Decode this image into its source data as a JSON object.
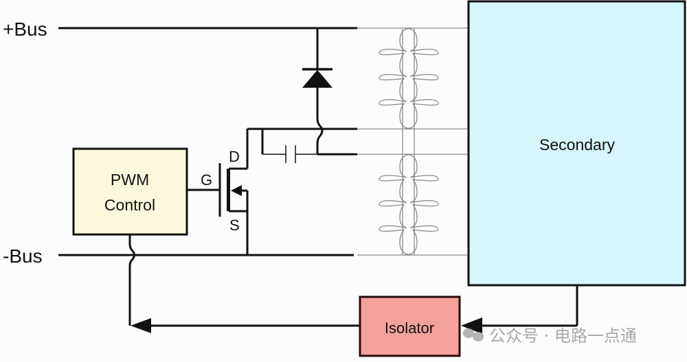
{
  "diagram": {
    "title": "Flyback converter with PWM control and isolated feedback",
    "rails": {
      "positive": "+Bus",
      "negative": "-Bus"
    },
    "mosfet": {
      "gate": "G",
      "drain": "D",
      "source": "S"
    },
    "blocks": {
      "pwm": {
        "line1": "PWM",
        "line2": "Control",
        "fill": "#fbf8dc"
      },
      "secondary": {
        "label": "Secondary",
        "fill": "#d7f6fb"
      },
      "isolator": {
        "label": "Isolator",
        "fill": "#f4a09b"
      }
    },
    "colors": {
      "wire": "#111111",
      "winding": "#8a8a8a",
      "background": "#fafcfd"
    }
  },
  "watermark": {
    "text": "公众号 · 电路一点通",
    "icon": "wechat-icon"
  }
}
